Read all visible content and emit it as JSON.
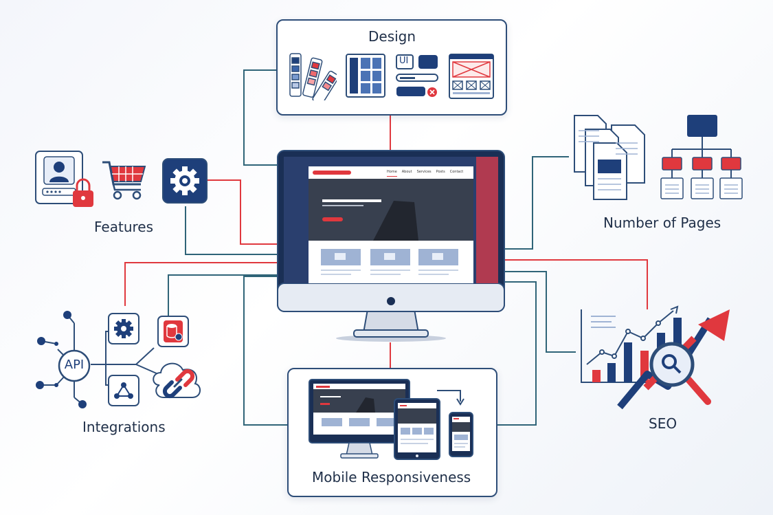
{
  "labels": {
    "design": "Design",
    "features": "Features",
    "pages": "Number of Pages",
    "integrations": "Integrations",
    "seo": "SEO",
    "mobile": "Mobile Responsiveness"
  },
  "design_icons": {
    "ui_tag": "UI"
  },
  "api_label": "API",
  "site": {
    "nav": [
      "Home",
      "About",
      "Services",
      "Posts",
      "Contact"
    ]
  },
  "colors": {
    "navy": "#1e3f7a",
    "red": "#e0383e",
    "teal": "#2f6478",
    "outline": "#2d4d78"
  }
}
